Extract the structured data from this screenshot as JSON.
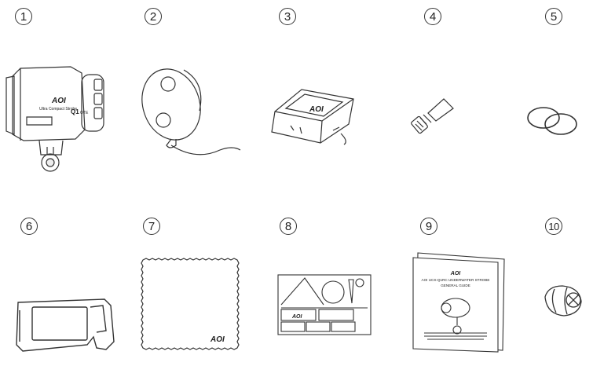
{
  "items": [
    {
      "number": "1",
      "name": "strobe",
      "label_brand": "AOI",
      "label_line": "Ultra Compact Strobe",
      "label_model": "Q1",
      "label_suffix": "OTE"
    },
    {
      "number": "2",
      "name": "diffuser"
    },
    {
      "number": "3",
      "name": "case",
      "logo": "AOI"
    },
    {
      "number": "4",
      "name": "grease-tube"
    },
    {
      "number": "5",
      "name": "o-rings"
    },
    {
      "number": "6",
      "name": "tool"
    },
    {
      "number": "7",
      "name": "cloth",
      "logo": "AOI"
    },
    {
      "number": "8",
      "name": "sticker-sheet",
      "logo": "AOI"
    },
    {
      "number": "9",
      "name": "guide",
      "title": "AOI UCS-Q1RC UNDERWATER STROBE",
      "subtitle": "GENERAL GUIDE"
    },
    {
      "number": "10",
      "name": "ball-cap"
    }
  ]
}
